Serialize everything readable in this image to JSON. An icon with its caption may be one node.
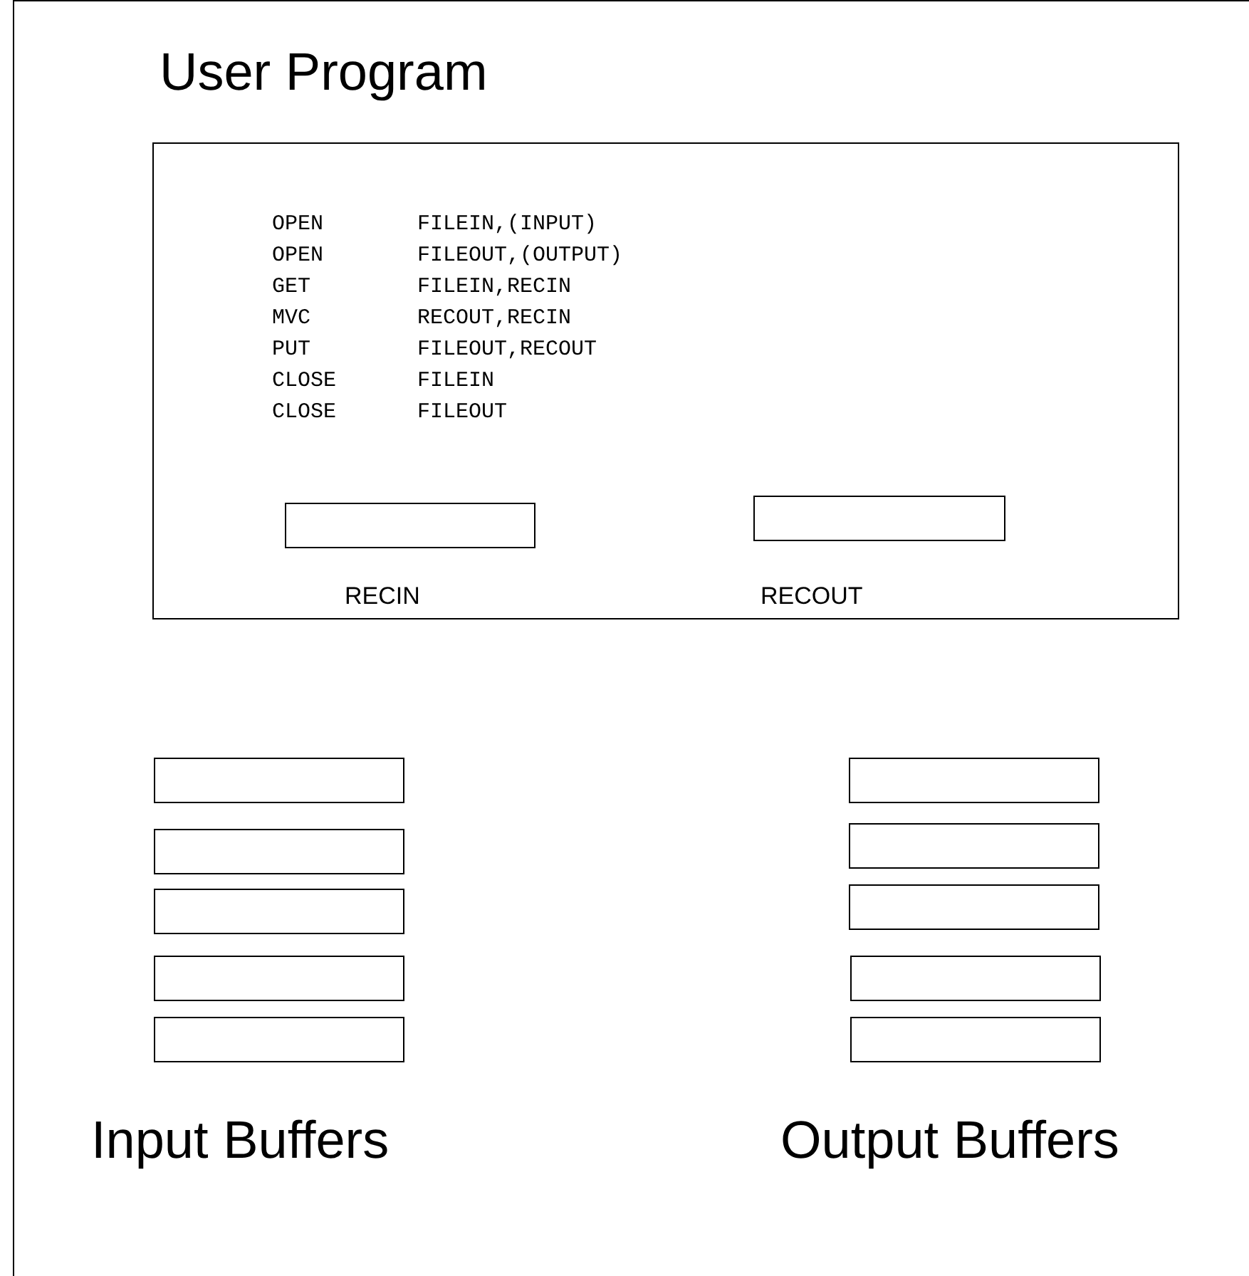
{
  "diagram": {
    "nodes": [
      {
        "text": [
          "User Program",
          "OPEN",
          "FILEIN,(INPUT)",
          "OPEN",
          "FILEOUT,(OUTPUT)",
          "GET",
          "FILEIN,RECIN",
          "MVC",
          "RECOUT,RECIN",
          "PUT",
          "FILEOUT,RECOUT",
          "CLOSE",
          "FILEIN",
          "CLOSE",
          "FILEOUT"
        ]
      },
      {
        "text": [],
        "shape": "box",
        "in": 0,
        "beside": [
          "RECIN"
        ]
      },
      {
        "text": [],
        "shape": "box",
        "in": 0,
        "beside": [
          "RECOUT"
        ]
      },
      {
        "text": [],
        "shape": "box"
      },
      {
        "text": [],
        "shape": "box"
      },
      {
        "text": [],
        "shape": "box"
      },
      {
        "text": [],
        "shape": "box"
      },
      {
        "text": [],
        "shape": "box"
      },
      {
        "text": [],
        "shape": "box"
      },
      {
        "text": [],
        "shape": "box"
      },
      {
        "text": [],
        "shape": "box"
      },
      {
        "text": [],
        "shape": "box"
      },
      {
        "text": [],
        "shape": "box"
      }
    ],
    "edges": [],
    "labels": [
      "Input Buffers",
      "Output Buffers"
    ]
  }
}
